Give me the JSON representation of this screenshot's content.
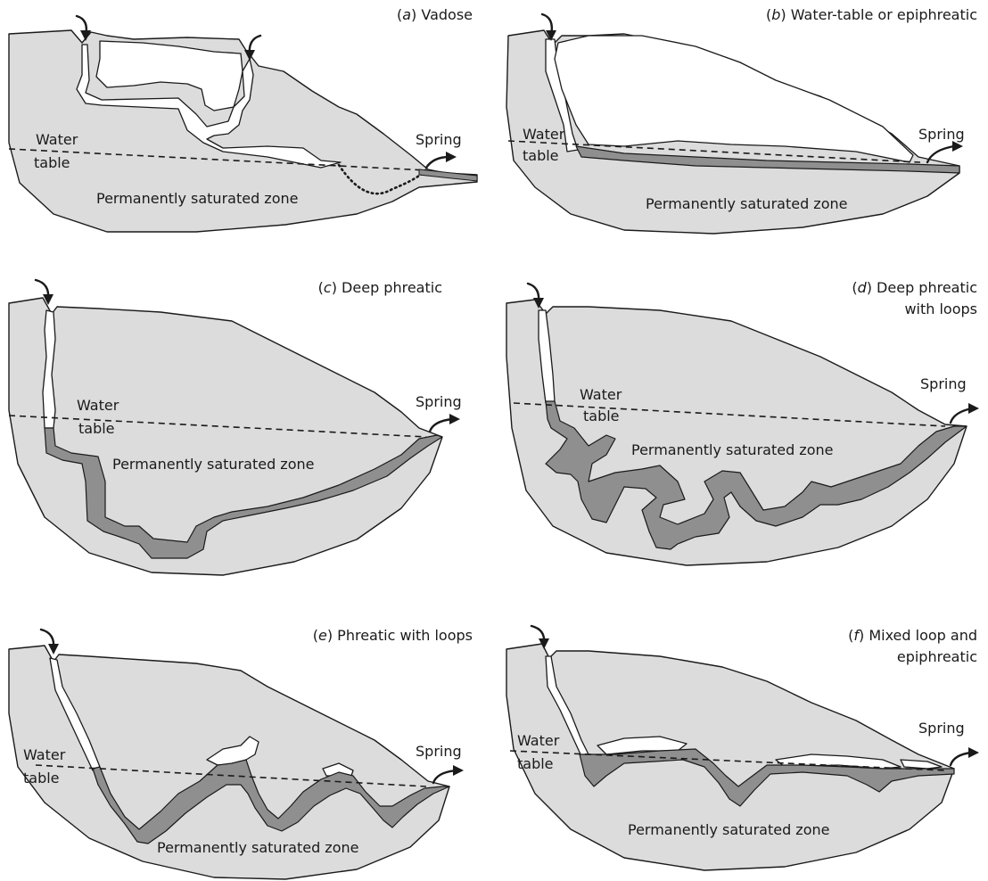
{
  "panels": [
    {
      "letter": "a",
      "title": " Vadose",
      "water_table": [
        "Water",
        "table"
      ],
      "spring": "Spring",
      "saturated_zone": "Permanently saturated zone"
    },
    {
      "letter": "b",
      "title": " Water-table or epiphreatic",
      "water_table": [
        "Water",
        "table"
      ],
      "spring": "Spring",
      "saturated_zone": "Permanently saturated zone"
    },
    {
      "letter": "c",
      "title": " Deep phreatic",
      "water_table": [
        "Water",
        "table"
      ],
      "spring": "Spring",
      "saturated_zone": "Permanently saturated zone"
    },
    {
      "letter": "d",
      "title": " Deep phreatic",
      "title_line2": "with loops",
      "water_table": [
        "Water",
        "table"
      ],
      "spring": "Spring",
      "saturated_zone": "Permanently saturated zone"
    },
    {
      "letter": "e",
      "title": " Phreatic with loops",
      "water_table": [
        "Water",
        "table"
      ],
      "spring": "Spring",
      "saturated_zone": "Permanently saturated zone"
    },
    {
      "letter": "f",
      "title": " Mixed loop and",
      "title_line2": "epiphreatic",
      "water_table": [
        "Water",
        "table"
      ],
      "spring": "Spring",
      "saturated_zone": "Permanently saturated zone"
    }
  ]
}
